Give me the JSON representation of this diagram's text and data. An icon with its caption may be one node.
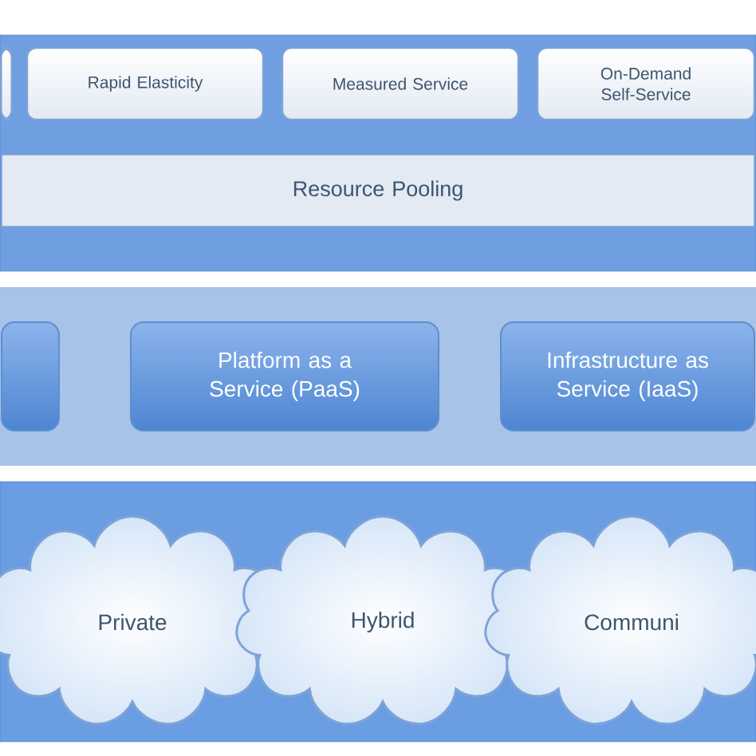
{
  "diagram": {
    "nodes": [
      {
        "text": [],
        "shape": "box"
      },
      {
        "text": [],
        "shape": "box",
        "in": 0
      },
      {
        "text": [
          "Rapid Elasticity"
        ],
        "in": 0
      },
      {
        "text": [
          "Measured Service"
        ],
        "in": 0
      },
      {
        "text": [
          "On-Demand Self-Service"
        ],
        "in": 0
      },
      {
        "text": [
          "Resource Pooling"
        ],
        "in": 0
      },
      {
        "text": [],
        "shape": "box"
      },
      {
        "text": [],
        "shape": "box",
        "in": 6
      },
      {
        "text": [
          "Platform as a Service (PaaS)"
        ],
        "in": 6
      },
      {
        "text": [
          "Infrastructure as Service (IaaS)"
        ],
        "in": 6
      },
      {
        "text": [],
        "shape": "box"
      },
      {
        "text": [
          "Private"
        ],
        "in": 10
      },
      {
        "text": [
          "Hybrid"
        ],
        "in": 10
      },
      {
        "text": [
          "Communi"
        ],
        "in": 10
      }
    ]
  }
}
